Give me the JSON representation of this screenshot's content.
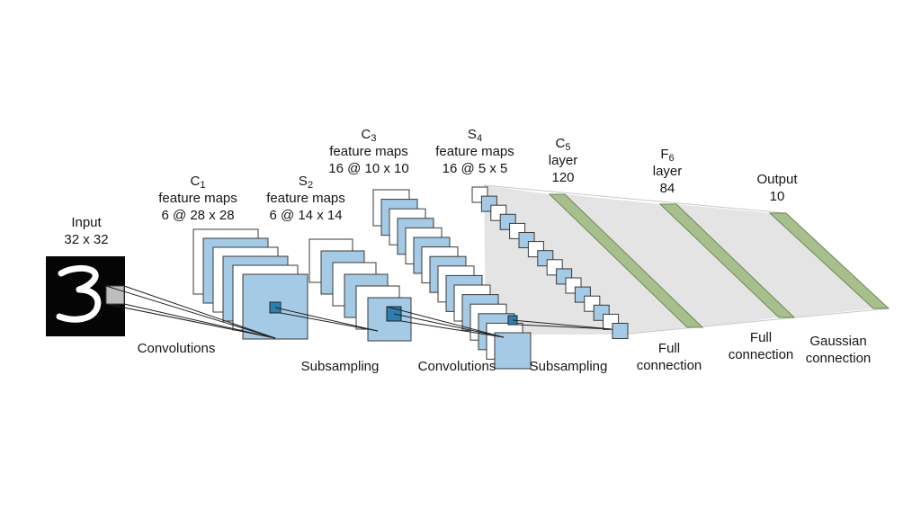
{
  "colors": {
    "map_fill": "#a5cae6",
    "map_white": "#ffffff",
    "stroke": "#3a3a3a",
    "layer_green": "#a6bf8c",
    "funnel_gray": "#e4e4e4",
    "input_bg": "#050505",
    "patch_gray": "#bdbdbd",
    "highlight": "#2b7fb0"
  },
  "labels": {
    "input": {
      "line1": "Input",
      "line2": "32 x 32"
    },
    "c1": {
      "letter": "C",
      "sub": "1",
      "line2": "feature maps",
      "line3": "6 @ 28 x 28"
    },
    "s2": {
      "letter": "S",
      "sub": "2",
      "line2": "feature maps",
      "line3": "6 @ 14 x 14"
    },
    "c3": {
      "letter": "C",
      "sub": "3",
      "line2": "feature maps",
      "line3": "16 @ 10 x 10"
    },
    "s4": {
      "letter": "S",
      "sub": "4",
      "line2": "feature maps",
      "line3": "16 @ 5 x 5"
    },
    "c5": {
      "letter": "C",
      "sub": "5",
      "line2": "layer",
      "line3": "120"
    },
    "f6": {
      "letter": "F",
      "sub": "6",
      "line2": "layer",
      "line3": "84"
    },
    "output": {
      "line1": "Output",
      "line2": "10"
    }
  },
  "operations": {
    "op1": "Convolutions",
    "op2": "Subsampling",
    "op3": "Convolutions",
    "op4": "Subsampling",
    "op5": {
      "line1": "Full",
      "line2": "connection"
    },
    "op6": {
      "line1": "Full",
      "line2": "connection"
    },
    "op7": {
      "line1": "Gaussian",
      "line2": "connection"
    }
  }
}
